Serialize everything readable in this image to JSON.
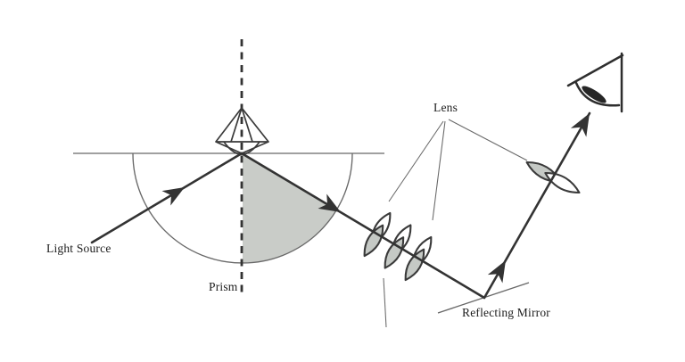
{
  "diagram": {
    "labels": {
      "light_source": "Light Source",
      "prism": "Prism",
      "lens": "Lens",
      "reflecting_mirror": "Reflecting Mirror"
    }
  },
  "theme": {
    "background": "#ffffff",
    "ink": "#333333",
    "thinLine": "#686868",
    "shadeFill": "#c9ccc8",
    "lensFill": "#c5c9c5",
    "lensHighlight": "#ffffff",
    "labelColor": "#1b1b1b"
  }
}
